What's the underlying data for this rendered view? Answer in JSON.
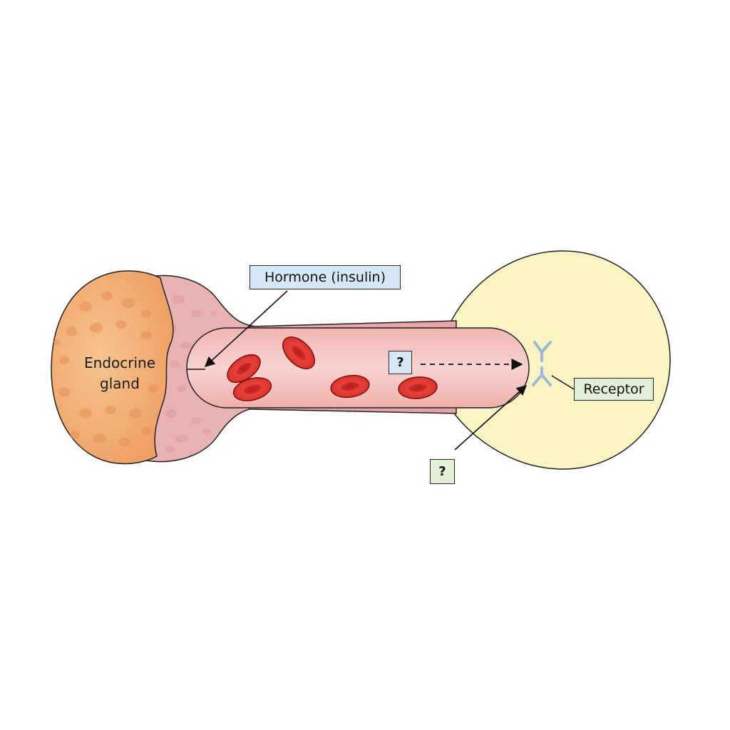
{
  "labels": {
    "gland_line1": "Endocrine",
    "gland_line2": "gland",
    "hormone": "Hormone (insulin)",
    "receptor": "Receptor",
    "unknown_1": "?",
    "unknown_2": "?"
  },
  "colors": {
    "gland_fill": "#f3b07a",
    "tissue_fill": "#eab3b3",
    "vessel_wall": "#e7a4a6",
    "vessel_lumen": "#f5c4c2",
    "red_blood_cell": "#e03a36",
    "target_cell": "#faf3c4",
    "receptor": "#9db8d4",
    "hormone_box": "#d6e8f5",
    "green_box": "#e3efd6"
  }
}
